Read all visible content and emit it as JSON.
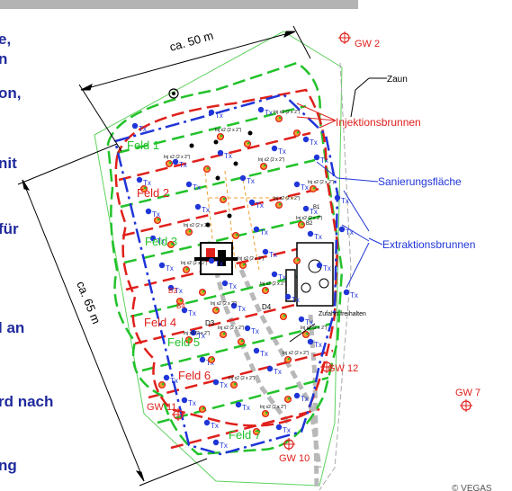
{
  "slide_text_fragments": [
    "e,",
    "n",
    "on,",
    "nit",
    "für",
    "l an",
    "rd nach",
    "ng"
  ],
  "dimensions": {
    "width_label": "ca. 50 m",
    "length_label": "ca. 65 m"
  },
  "labels": {
    "zaun": "Zaun",
    "injektionsbrunnen": "Injektionsbrunnen",
    "sanierungsflaeche": "Sanierungsfläche",
    "extraktionsbrunnen": "Extraktionsbrunnen",
    "zufahrt": "Zufahrt freihalten",
    "copyright": "© VEGAS"
  },
  "fields": [
    "Feld 1",
    "Feld 2",
    "Feld 3",
    "Feld 4",
    "Feld 5",
    "Feld 6",
    "Feld 7"
  ],
  "gw_wells": [
    "GW 2",
    "GW 7",
    "GW 10",
    "GW 11",
    "GW 12"
  ],
  "misc_labels": [
    "B3",
    "B4",
    "D3",
    "D4",
    "B1",
    "B2"
  ],
  "well_labels": {
    "tx": "Tx",
    "inj": "Inj x2 (2 x 2\")"
  },
  "colors": {
    "text_blue": "#1f2a9c",
    "red": "#e0201b",
    "green": "#22c22a",
    "blue": "#1f35d8",
    "orange": "#f0a030",
    "gray_bar": "#b3b3b3"
  }
}
